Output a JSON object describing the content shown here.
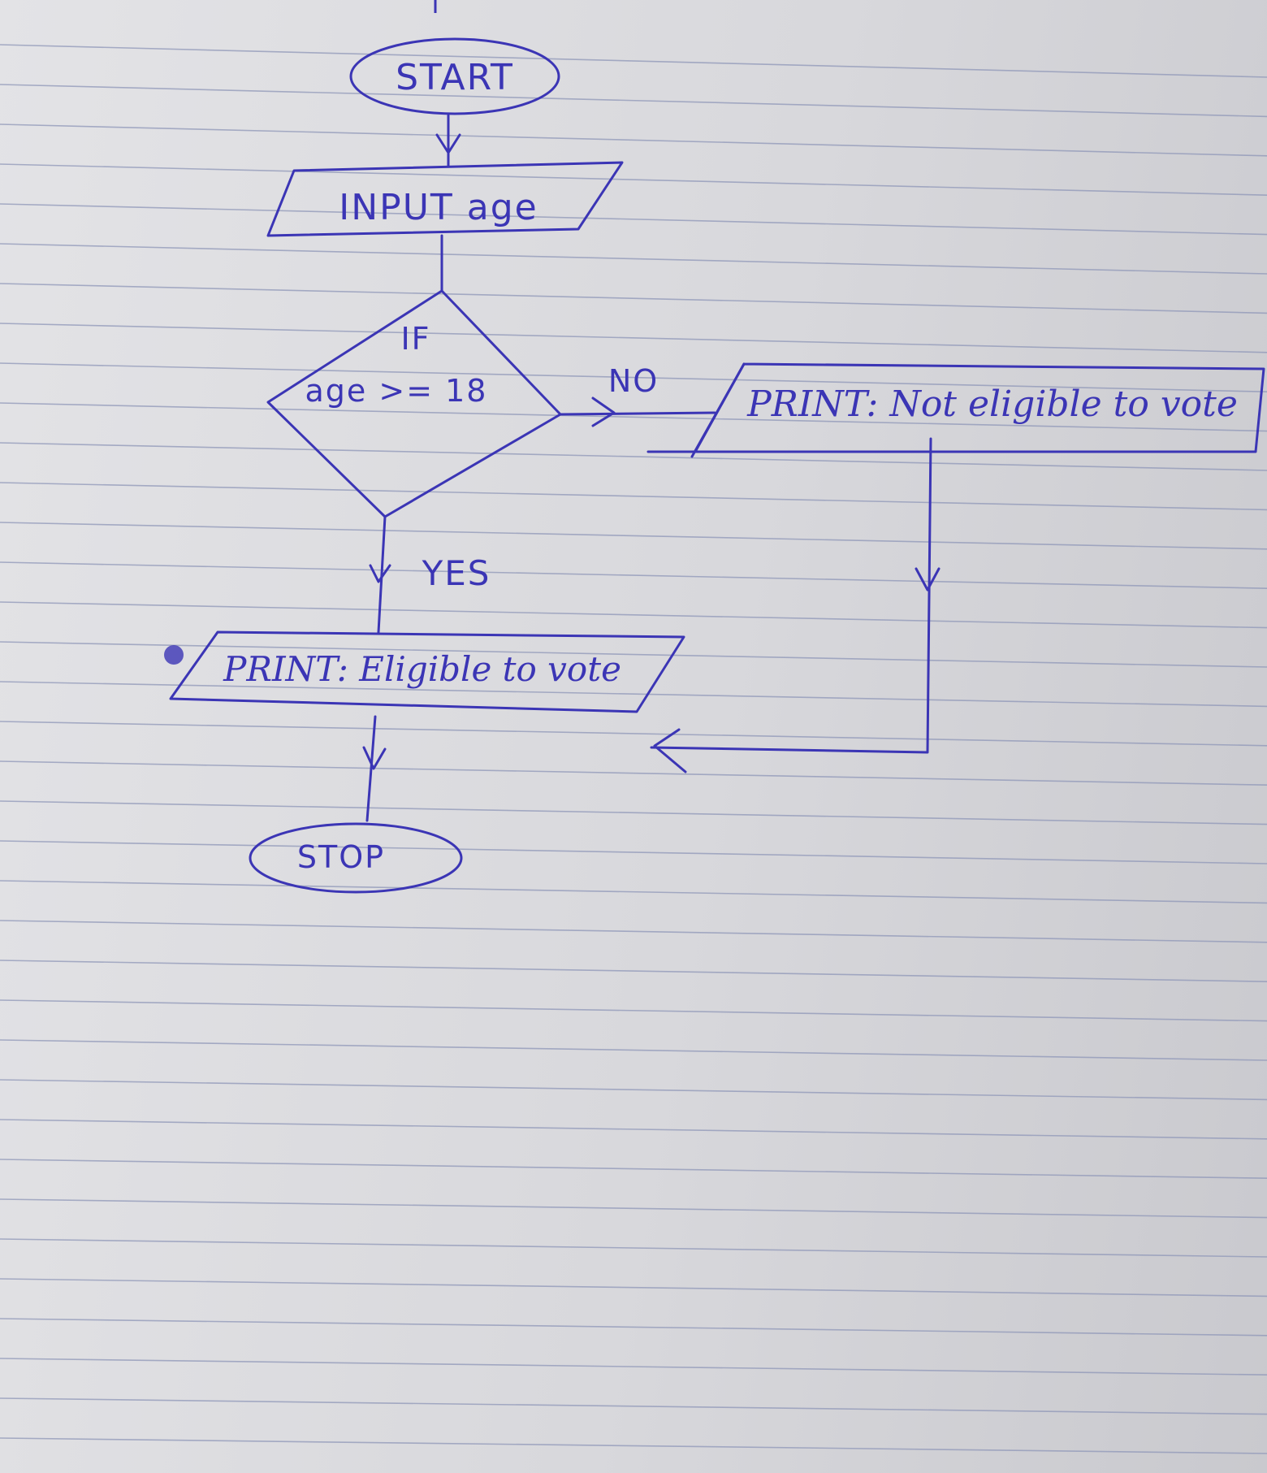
{
  "flowchart": {
    "start": "START",
    "input": "INPUT  age",
    "decision_if": "IF",
    "decision_condition": "age >= 18",
    "branch_no": "NO",
    "branch_yes": "YES",
    "print_not_eligible": "PRINT: Not eligible to vote",
    "print_eligible": "PRINT: Eligible to vote",
    "stop": "STOP"
  },
  "colors": {
    "ink": "#3b35b5",
    "paper": "#dcdce0",
    "ruled_line": "#8f97b8"
  }
}
